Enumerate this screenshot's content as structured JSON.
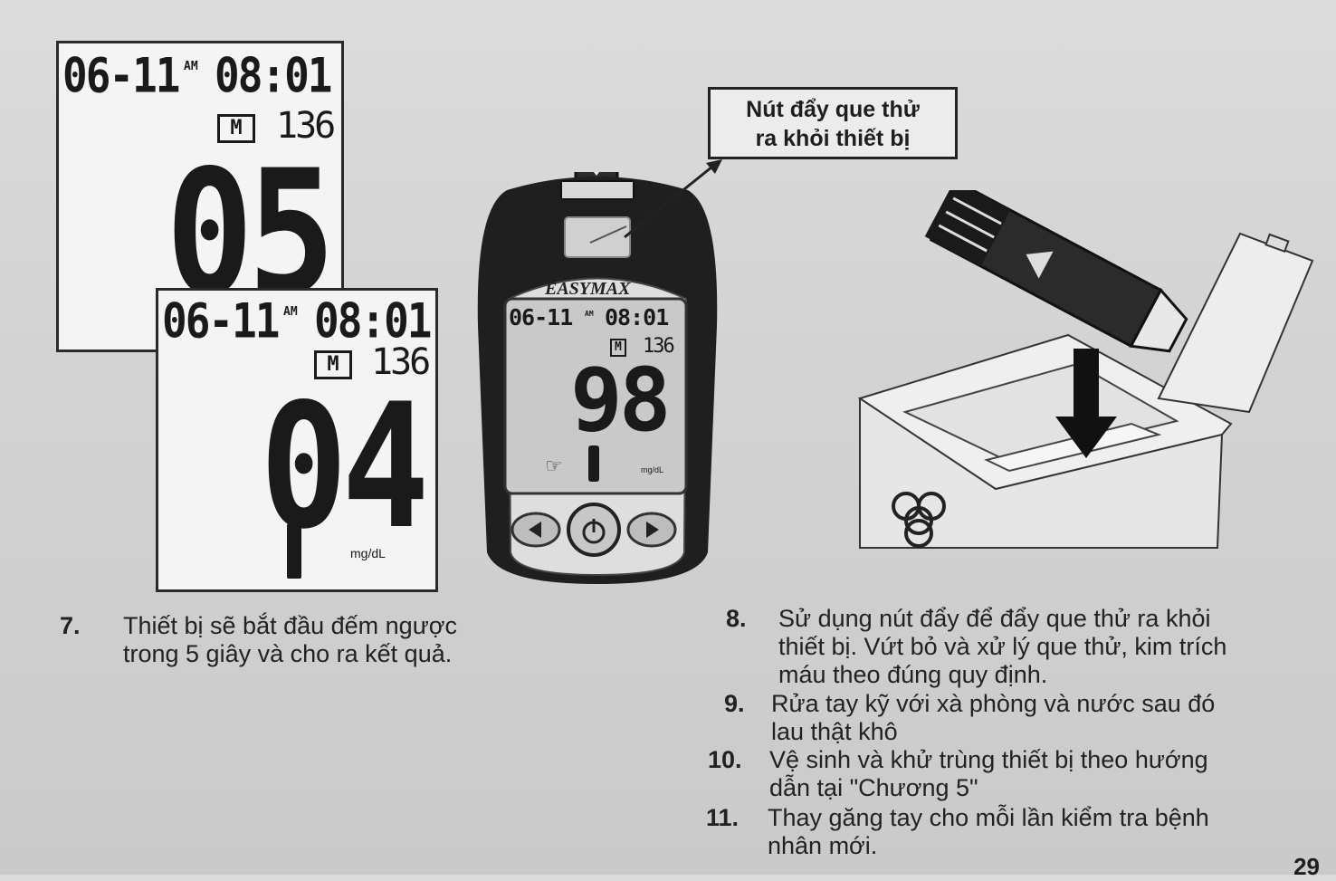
{
  "lcd_back": {
    "date": "06-11",
    "ampm": "AM",
    "time": "08:01",
    "memory": "M",
    "count": "136",
    "countdown": "05"
  },
  "lcd_front": {
    "date": "06-11",
    "ampm": "AM",
    "time": "08:01",
    "memory": "M",
    "count": "136",
    "countdown": "04",
    "unit": "mg/dL"
  },
  "meter": {
    "brand": "EASYMAX",
    "date": "06-11",
    "ampm": "AM",
    "time": "08:01",
    "memory": "M",
    "count": "136",
    "reading": "98",
    "unit": "mg/dL"
  },
  "callout": {
    "line1": "Nút đẩy que thử",
    "line2": "ra khỏi thiết bị"
  },
  "steps": [
    {
      "num": "7.",
      "lines": [
        "Thiết bị sẽ bắt đầu đếm ngược",
        "trong 5 giây và cho ra kết quả."
      ]
    },
    {
      "num": "8.",
      "lines": [
        "Sử dụng nút đẩy để đẩy que thử ra khỏi",
        "thiết bị. Vứt bỏ và xử lý que thử, kim trích",
        "máu theo đúng quy định."
      ]
    },
    {
      "num": "9.",
      "lines": [
        "Rửa tay kỹ với xà phòng và nước sau đó",
        "lau thật khô"
      ]
    },
    {
      "num": "10.",
      "lines": [
        "Vệ sinh và khử trùng thiết bị theo hướng",
        "dẫn tại \"Chương 5\""
      ]
    },
    {
      "num": "11.",
      "lines": [
        "Thay găng tay cho mỗi lần kiểm tra bệnh",
        "nhân mới."
      ]
    }
  ],
  "page_number": "29"
}
